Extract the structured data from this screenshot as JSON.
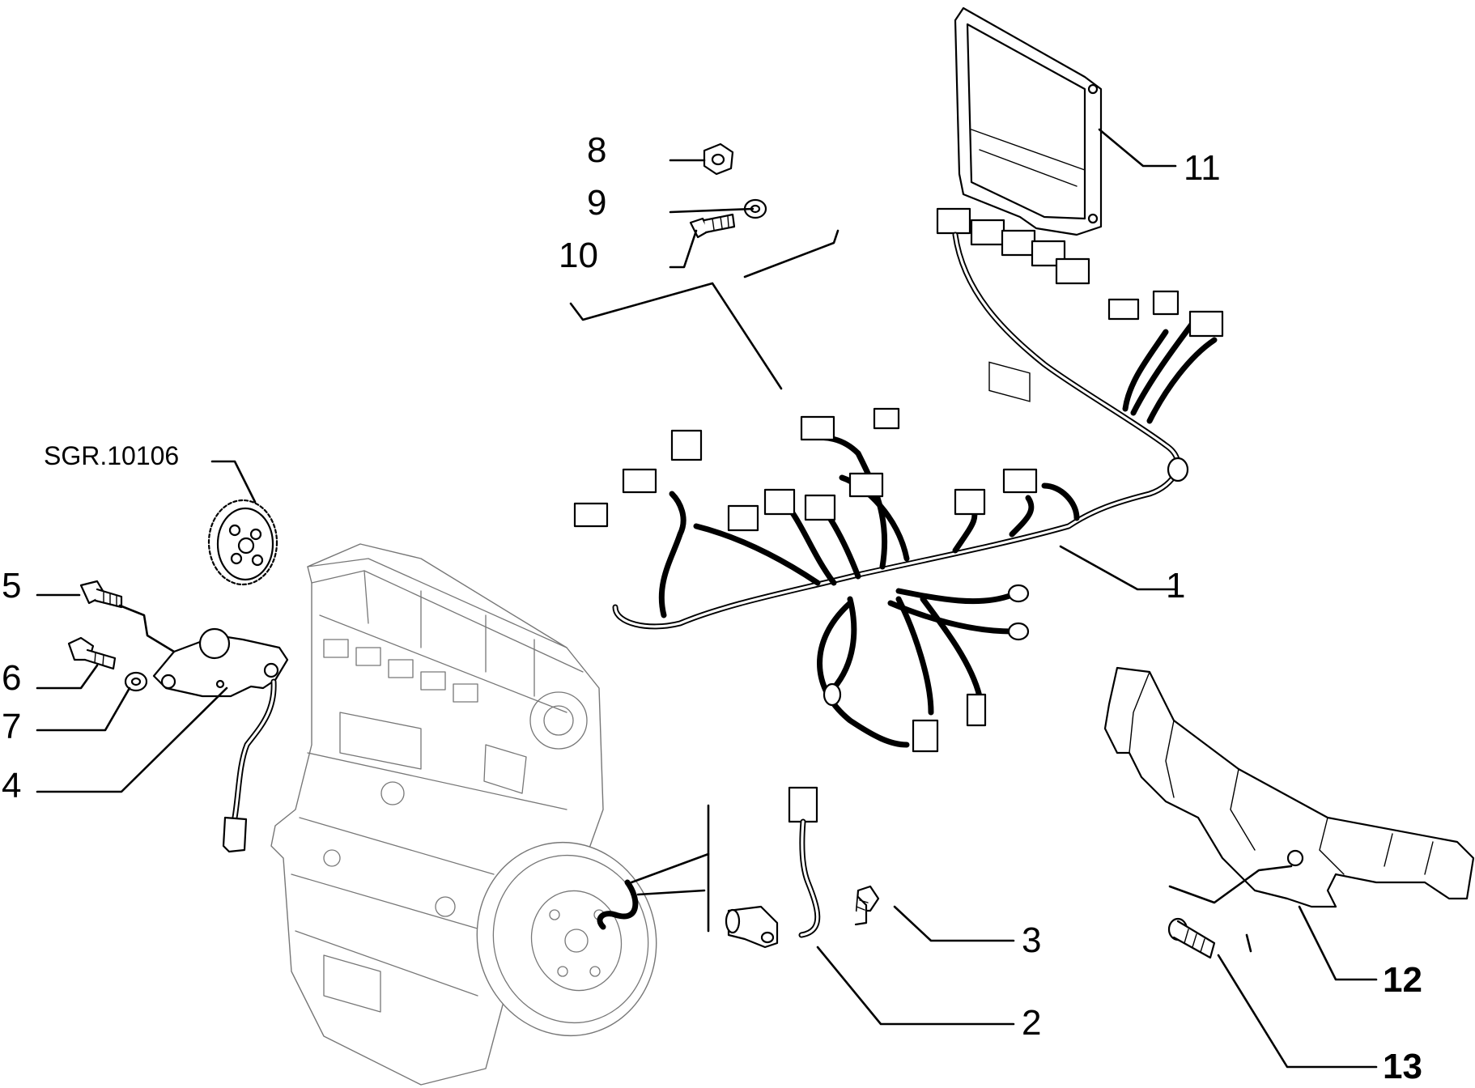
{
  "diagram": {
    "reference": "SGR.10106",
    "callouts": [
      {
        "id": "1",
        "text": "1"
      },
      {
        "id": "2",
        "text": "2"
      },
      {
        "id": "3",
        "text": "3"
      },
      {
        "id": "4",
        "text": "4"
      },
      {
        "id": "5",
        "text": "5"
      },
      {
        "id": "6",
        "text": "6"
      },
      {
        "id": "7",
        "text": "7"
      },
      {
        "id": "8",
        "text": "8"
      },
      {
        "id": "9",
        "text": "9"
      },
      {
        "id": "10",
        "text": "10"
      },
      {
        "id": "11",
        "text": "11"
      },
      {
        "id": "12",
        "text": "12"
      },
      {
        "id": "13",
        "text": "13"
      }
    ]
  }
}
